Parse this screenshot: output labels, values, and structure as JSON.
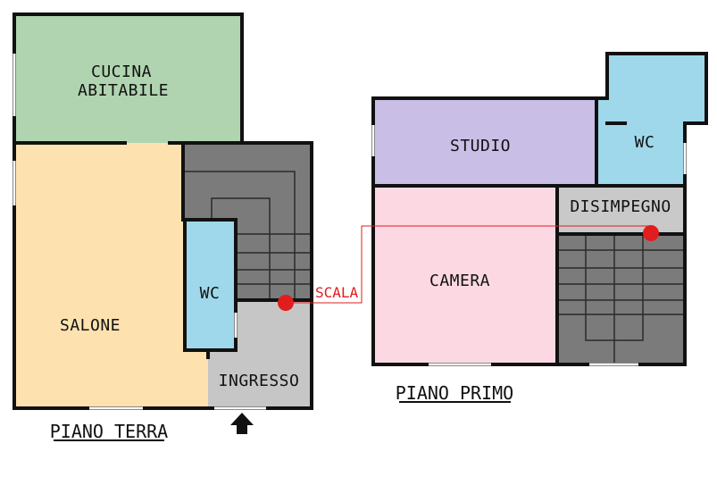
{
  "colors": {
    "kitchen": "#b0d4b0",
    "living": "#fde2b0",
    "wc": "#9fd8ea",
    "stair": "#7b7b7b",
    "entrance": "#c6c6c6",
    "study": "#c9bfe6",
    "bedroom": "#fcd9e2",
    "corridor": "#c9c9c9",
    "wall": "#111111",
    "marker": "#e11d1d"
  },
  "ground_floor": {
    "title": "PIANO TERRA",
    "rooms": {
      "cucina_line1": "CUCINA",
      "cucina_line2": "ABITABILE",
      "salone": "SALONE",
      "wc": "WC",
      "ingresso": "INGRESSO"
    },
    "entrance_arrow_icon": "arrow-up-icon"
  },
  "first_floor": {
    "title": "PIANO PRIMO",
    "rooms": {
      "studio": "STUDIO",
      "wc": "WC",
      "disimpegno": "DISIMPEGNO",
      "camera": "CAMERA"
    }
  },
  "stair_link": {
    "label": "SCALA",
    "marker_icon": "red-dot-icon"
  }
}
